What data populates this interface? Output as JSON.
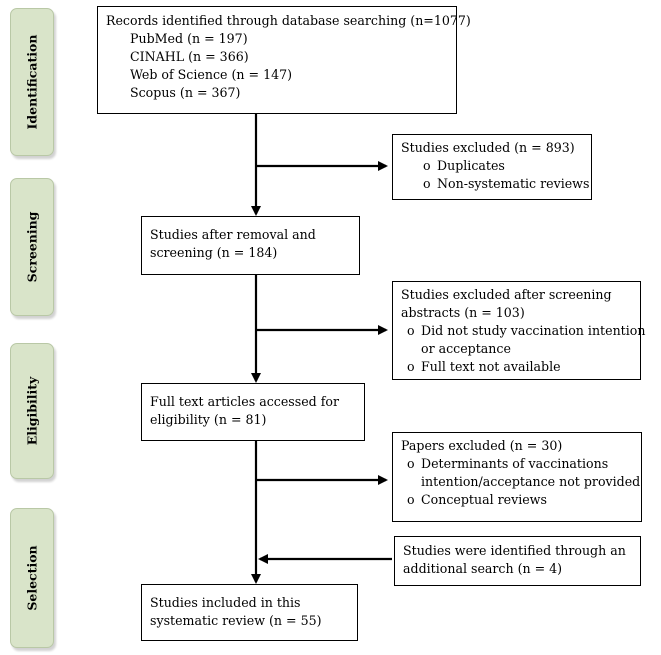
{
  "stages": {
    "identification": "Identification",
    "screening": "Screening",
    "eligibility": "Eligibility",
    "selection": "Selection"
  },
  "main_boxes": {
    "records": {
      "title": "Records identified through database searching (n=1077)",
      "sources": [
        {
          "name": "PubMed",
          "count": "(n = 197)"
        },
        {
          "name": "CINAHL",
          "count": "(n = 366)"
        },
        {
          "name": "Web of Science",
          "count": "(n = 147)"
        },
        {
          "name": "Scopus",
          "count": "(n = 367)"
        }
      ]
    },
    "screened": {
      "line1": "Studies after removal and",
      "line2": "screening (n = 184)"
    },
    "fulltext": {
      "line1": "Full text articles accessed for",
      "line2": "eligibility (n = 81)"
    },
    "included": {
      "line1": "Studies included in this",
      "line2": "systematic review (n = 55)"
    }
  },
  "side_boxes": {
    "excluded1": {
      "title": "Studies excluded (n = 893)",
      "bullets": [
        "Duplicates",
        "Non-systematic reviews"
      ]
    },
    "excluded2": {
      "title1": "Studies excluded after screening",
      "title2": "abstracts (n = 103)",
      "bullet1a": "Did not study vaccination intention",
      "bullet1b": "or acceptance",
      "bullet2": "Full text not available"
    },
    "excluded3": {
      "title": "Papers excluded (n = 30)",
      "bullet1a": "Determinants of vaccinations",
      "bullet1b": "intention/acceptance not provided",
      "bullet2": "Conceptual reviews"
    },
    "added": {
      "line1": "Studies were identified through an",
      "line2": "additional search (n = 4)"
    }
  },
  "bullet_symbol": "o"
}
